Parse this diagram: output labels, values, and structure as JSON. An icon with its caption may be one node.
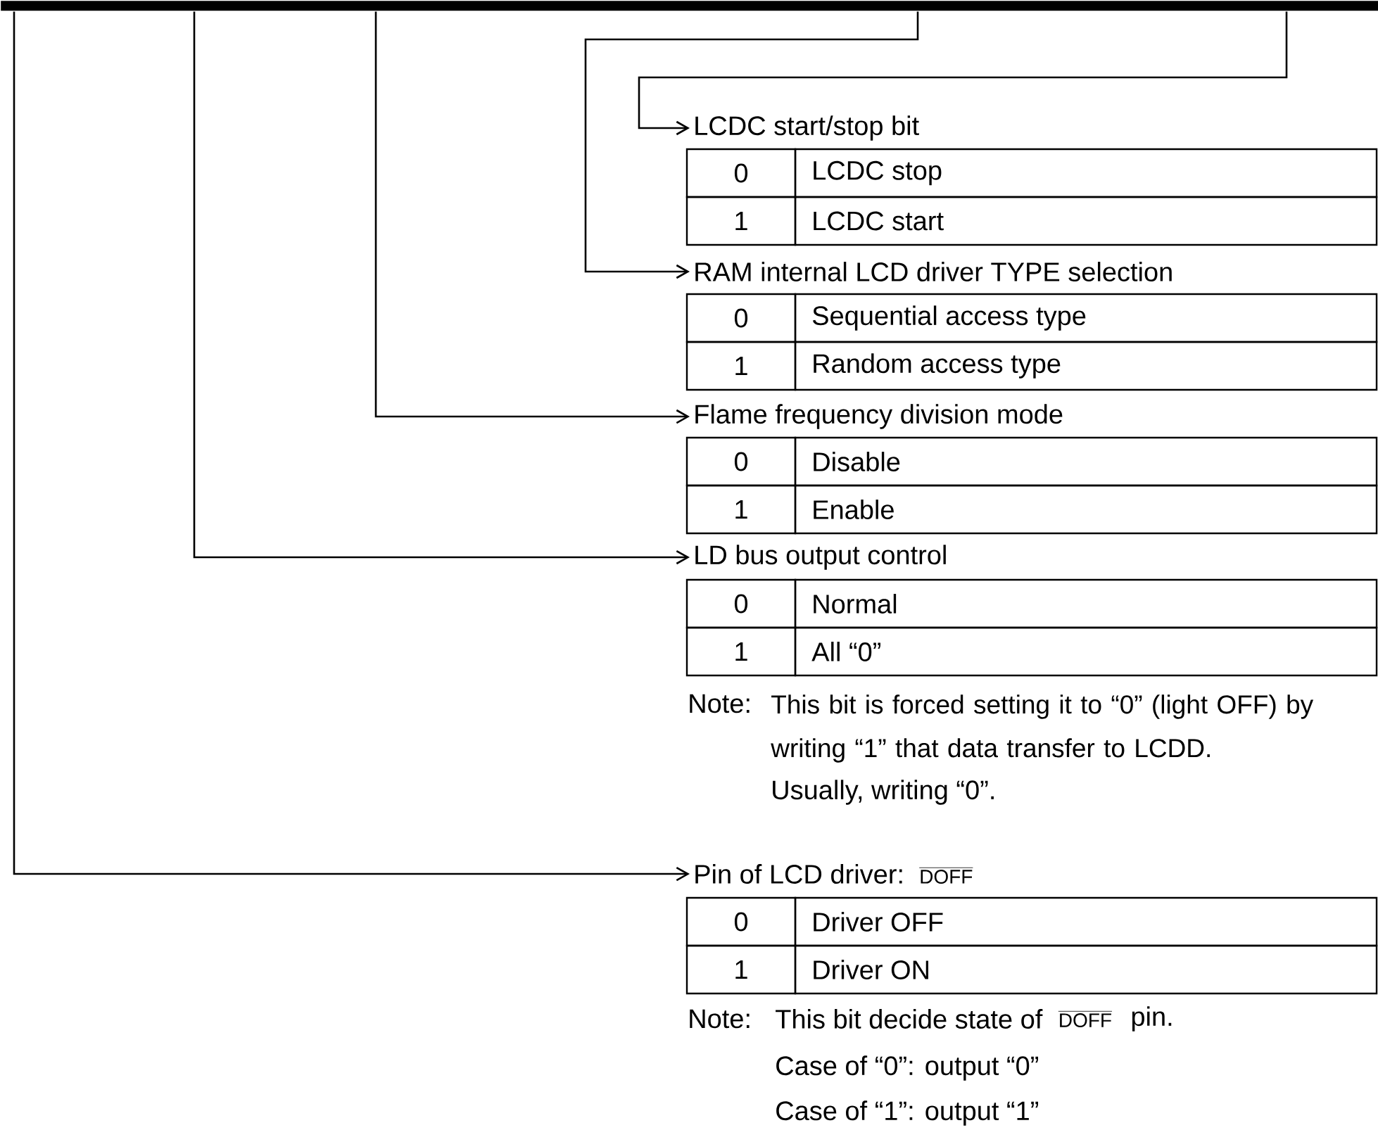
{
  "diagram": {
    "nodes": [
      {
        "text": [],
        "shape": "bar"
      },
      {
        "text": [
          "LCDC start/stop bit"
        ]
      },
      {
        "text": [
          "RAM internal LCD driver TYPE selection"
        ]
      },
      {
        "text": [
          "Flame frequency division mode"
        ]
      },
      {
        "text": [
          "LD bus output control"
        ]
      },
      {
        "text": [
          "Pin of LCD driver:",
          "\\overline{\\mathrm{DOFF}}"
        ]
      }
    ],
    "edges": [
      {
        "from": 0,
        "to": 1,
        "arrow": "to"
      },
      {
        "from": 0,
        "to": 2,
        "arrow": "to"
      },
      {
        "from": 0,
        "to": 3,
        "arrow": "to"
      },
      {
        "from": 0,
        "to": 4,
        "arrow": "to"
      },
      {
        "from": 0,
        "to": 5,
        "arrow": "to"
      }
    ],
    "labels": [
      "0",
      "LCDC stop",
      "1",
      "LCDC start",
      "0",
      "Sequential access type",
      "1",
      "Random access type",
      "0",
      "Disable",
      "1",
      "Enable",
      "0",
      "Normal",
      "1",
      "All “0”",
      "Note:",
      "This bit is forced setting it to “0” (light OFF) by writing “1” that data transfer to LCDD.",
      "Usually, writing “0”.",
      "0",
      "Driver OFF",
      "1",
      "Driver ON",
      "Note:",
      "This bit decide state of",
      "\\overline{\\mathrm{DOFF}}",
      "pin.",
      "Case of “0”: output “0”",
      "Case of “1”: output “1”"
    ]
  }
}
